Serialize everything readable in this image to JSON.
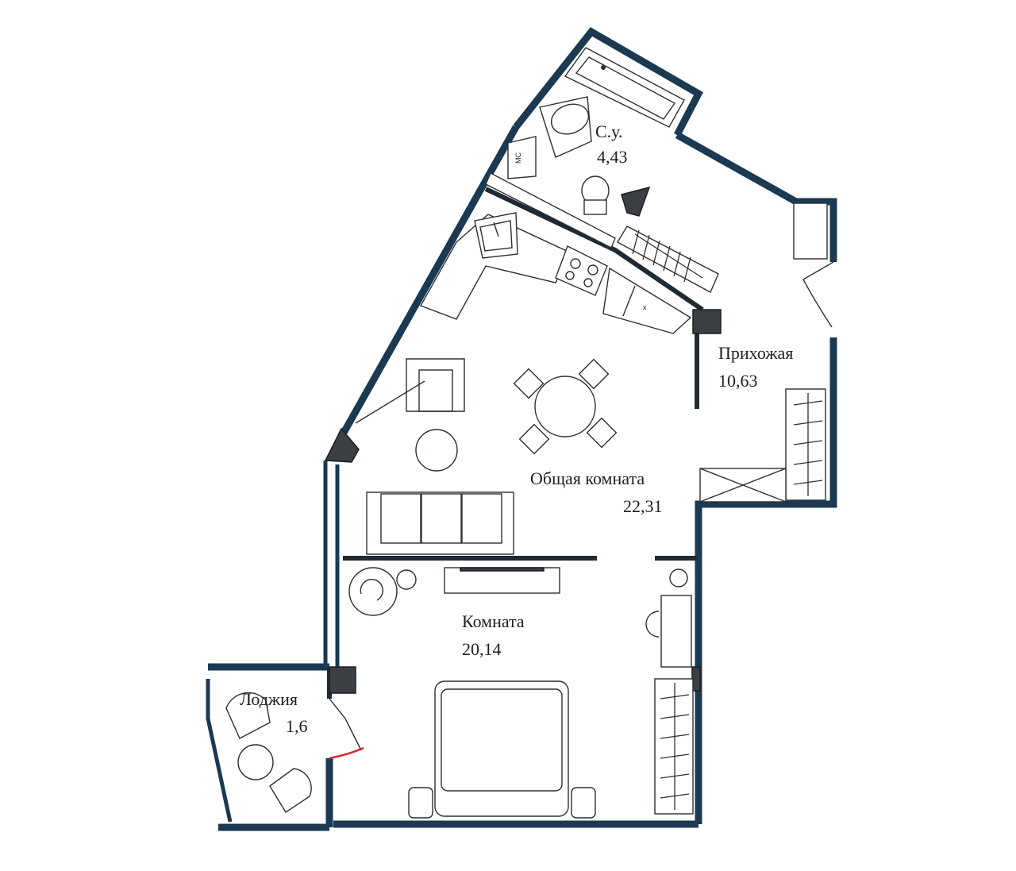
{
  "rooms": {
    "bathroom": {
      "name": "С.у.",
      "area": "4,43"
    },
    "hallway": {
      "name": "Прихожая",
      "area": "10,63"
    },
    "common_room": {
      "name": "Общая комната",
      "area": "22,31"
    },
    "room": {
      "name": "Комната",
      "area": "20,14"
    },
    "loggia": {
      "name": "Лоджия",
      "area": "1,6"
    }
  },
  "fixtures": {
    "washer_label": "МС",
    "hob_mark": "x"
  },
  "colors": {
    "outer_wall": "#1b3a52",
    "inner_wall": "#1f2a33",
    "door_swing_accent": "#d8232a"
  }
}
